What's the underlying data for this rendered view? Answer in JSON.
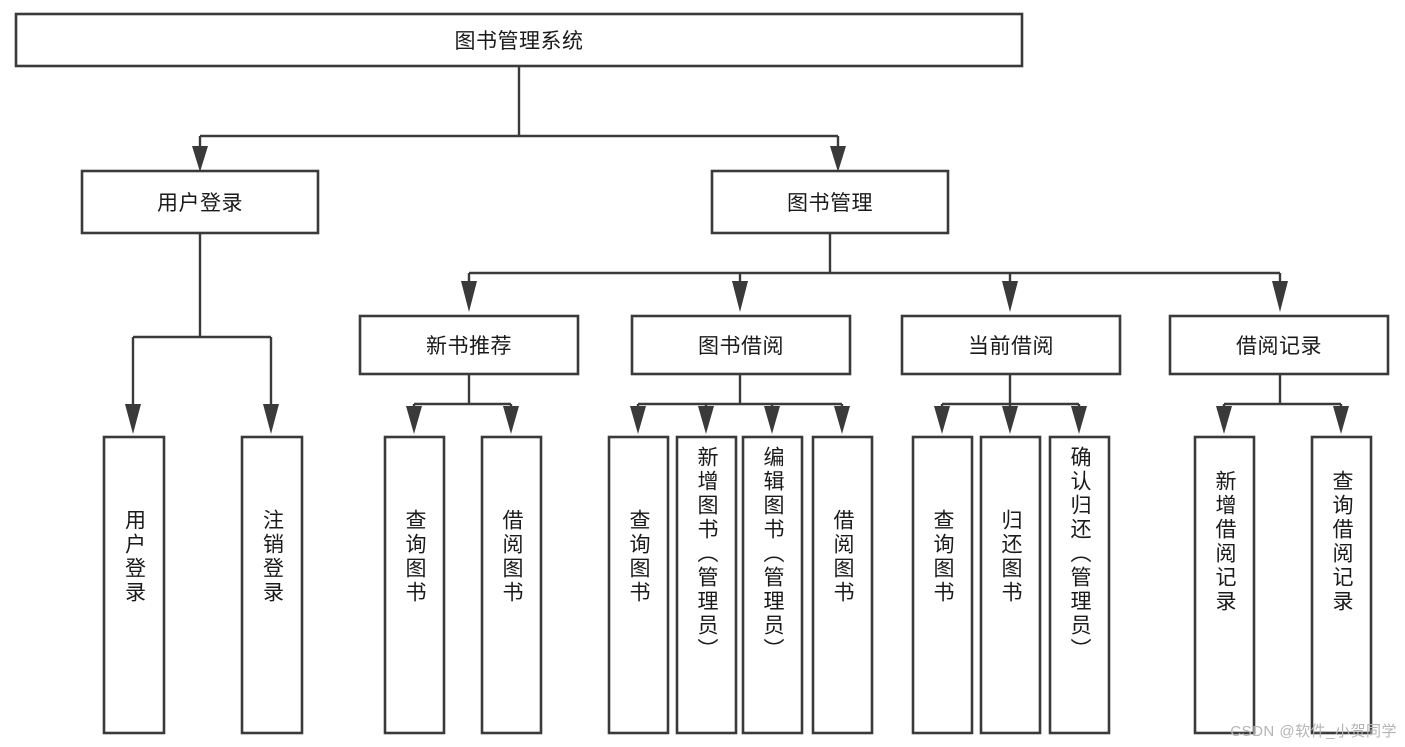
{
  "diagram": {
    "title": "图书管理系统",
    "type": "tree-hierarchy-function-decomposition",
    "orientation": "top-down",
    "colors": {
      "box_stroke": "#3a3a3a",
      "box_fill": "#ffffff",
      "connector": "#3a3a3a",
      "text": "#1a1a1a",
      "background": "#ffffff",
      "watermark": "#b4b4b4"
    },
    "root": {
      "id": "root",
      "label": "图书管理系统",
      "orientation": "horizontal"
    },
    "level1": [
      {
        "id": "user-login",
        "label": "用户登录",
        "orientation": "horizontal"
      },
      {
        "id": "book-management",
        "label": "图书管理",
        "orientation": "horizontal"
      }
    ],
    "level2": [
      {
        "id": "new-book-recommend",
        "label": "新书推荐",
        "parent": "book-management",
        "orientation": "horizontal"
      },
      {
        "id": "book-borrow",
        "label": "图书借阅",
        "parent": "book-management",
        "orientation": "horizontal"
      },
      {
        "id": "current-borrow",
        "label": "当前借阅",
        "parent": "book-management",
        "orientation": "horizontal"
      },
      {
        "id": "borrow-record",
        "label": "借阅记录",
        "parent": "book-management",
        "orientation": "horizontal"
      }
    ],
    "leaves": [
      {
        "id": "leaf-user-login",
        "label": "用户登录",
        "parent": "user-login",
        "orientation": "vertical"
      },
      {
        "id": "leaf-logout",
        "label": "注销登录",
        "parent": "user-login",
        "orientation": "vertical"
      },
      {
        "id": "leaf-query-book-1",
        "label": "查询图书",
        "parent": "new-book-recommend",
        "orientation": "vertical"
      },
      {
        "id": "leaf-borrow-book-1",
        "label": "借阅图书",
        "parent": "new-book-recommend",
        "orientation": "vertical"
      },
      {
        "id": "leaf-query-book-2",
        "label": "查询图书",
        "parent": "book-borrow",
        "orientation": "vertical"
      },
      {
        "id": "leaf-add-book",
        "label": "新增图书（管理员）",
        "parent": "book-borrow",
        "orientation": "vertical"
      },
      {
        "id": "leaf-edit-book",
        "label": "编辑图书（管理员）",
        "parent": "book-borrow",
        "orientation": "vertical"
      },
      {
        "id": "leaf-borrow-book-2",
        "label": "借阅图书",
        "parent": "book-borrow",
        "orientation": "vertical"
      },
      {
        "id": "leaf-query-book-3",
        "label": "查询图书",
        "parent": "current-borrow",
        "orientation": "vertical"
      },
      {
        "id": "leaf-return-book",
        "label": "归还图书",
        "parent": "current-borrow",
        "orientation": "vertical"
      },
      {
        "id": "leaf-confirm-return",
        "label": "确认归还（管理员）",
        "parent": "current-borrow",
        "orientation": "vertical"
      },
      {
        "id": "leaf-add-record",
        "label": "新增借阅记录",
        "parent": "borrow-record",
        "orientation": "vertical"
      },
      {
        "id": "leaf-query-record",
        "label": "查询借阅记录",
        "parent": "borrow-record",
        "orientation": "vertical"
      }
    ],
    "watermark": "CSDN @软件_小贺同学"
  }
}
